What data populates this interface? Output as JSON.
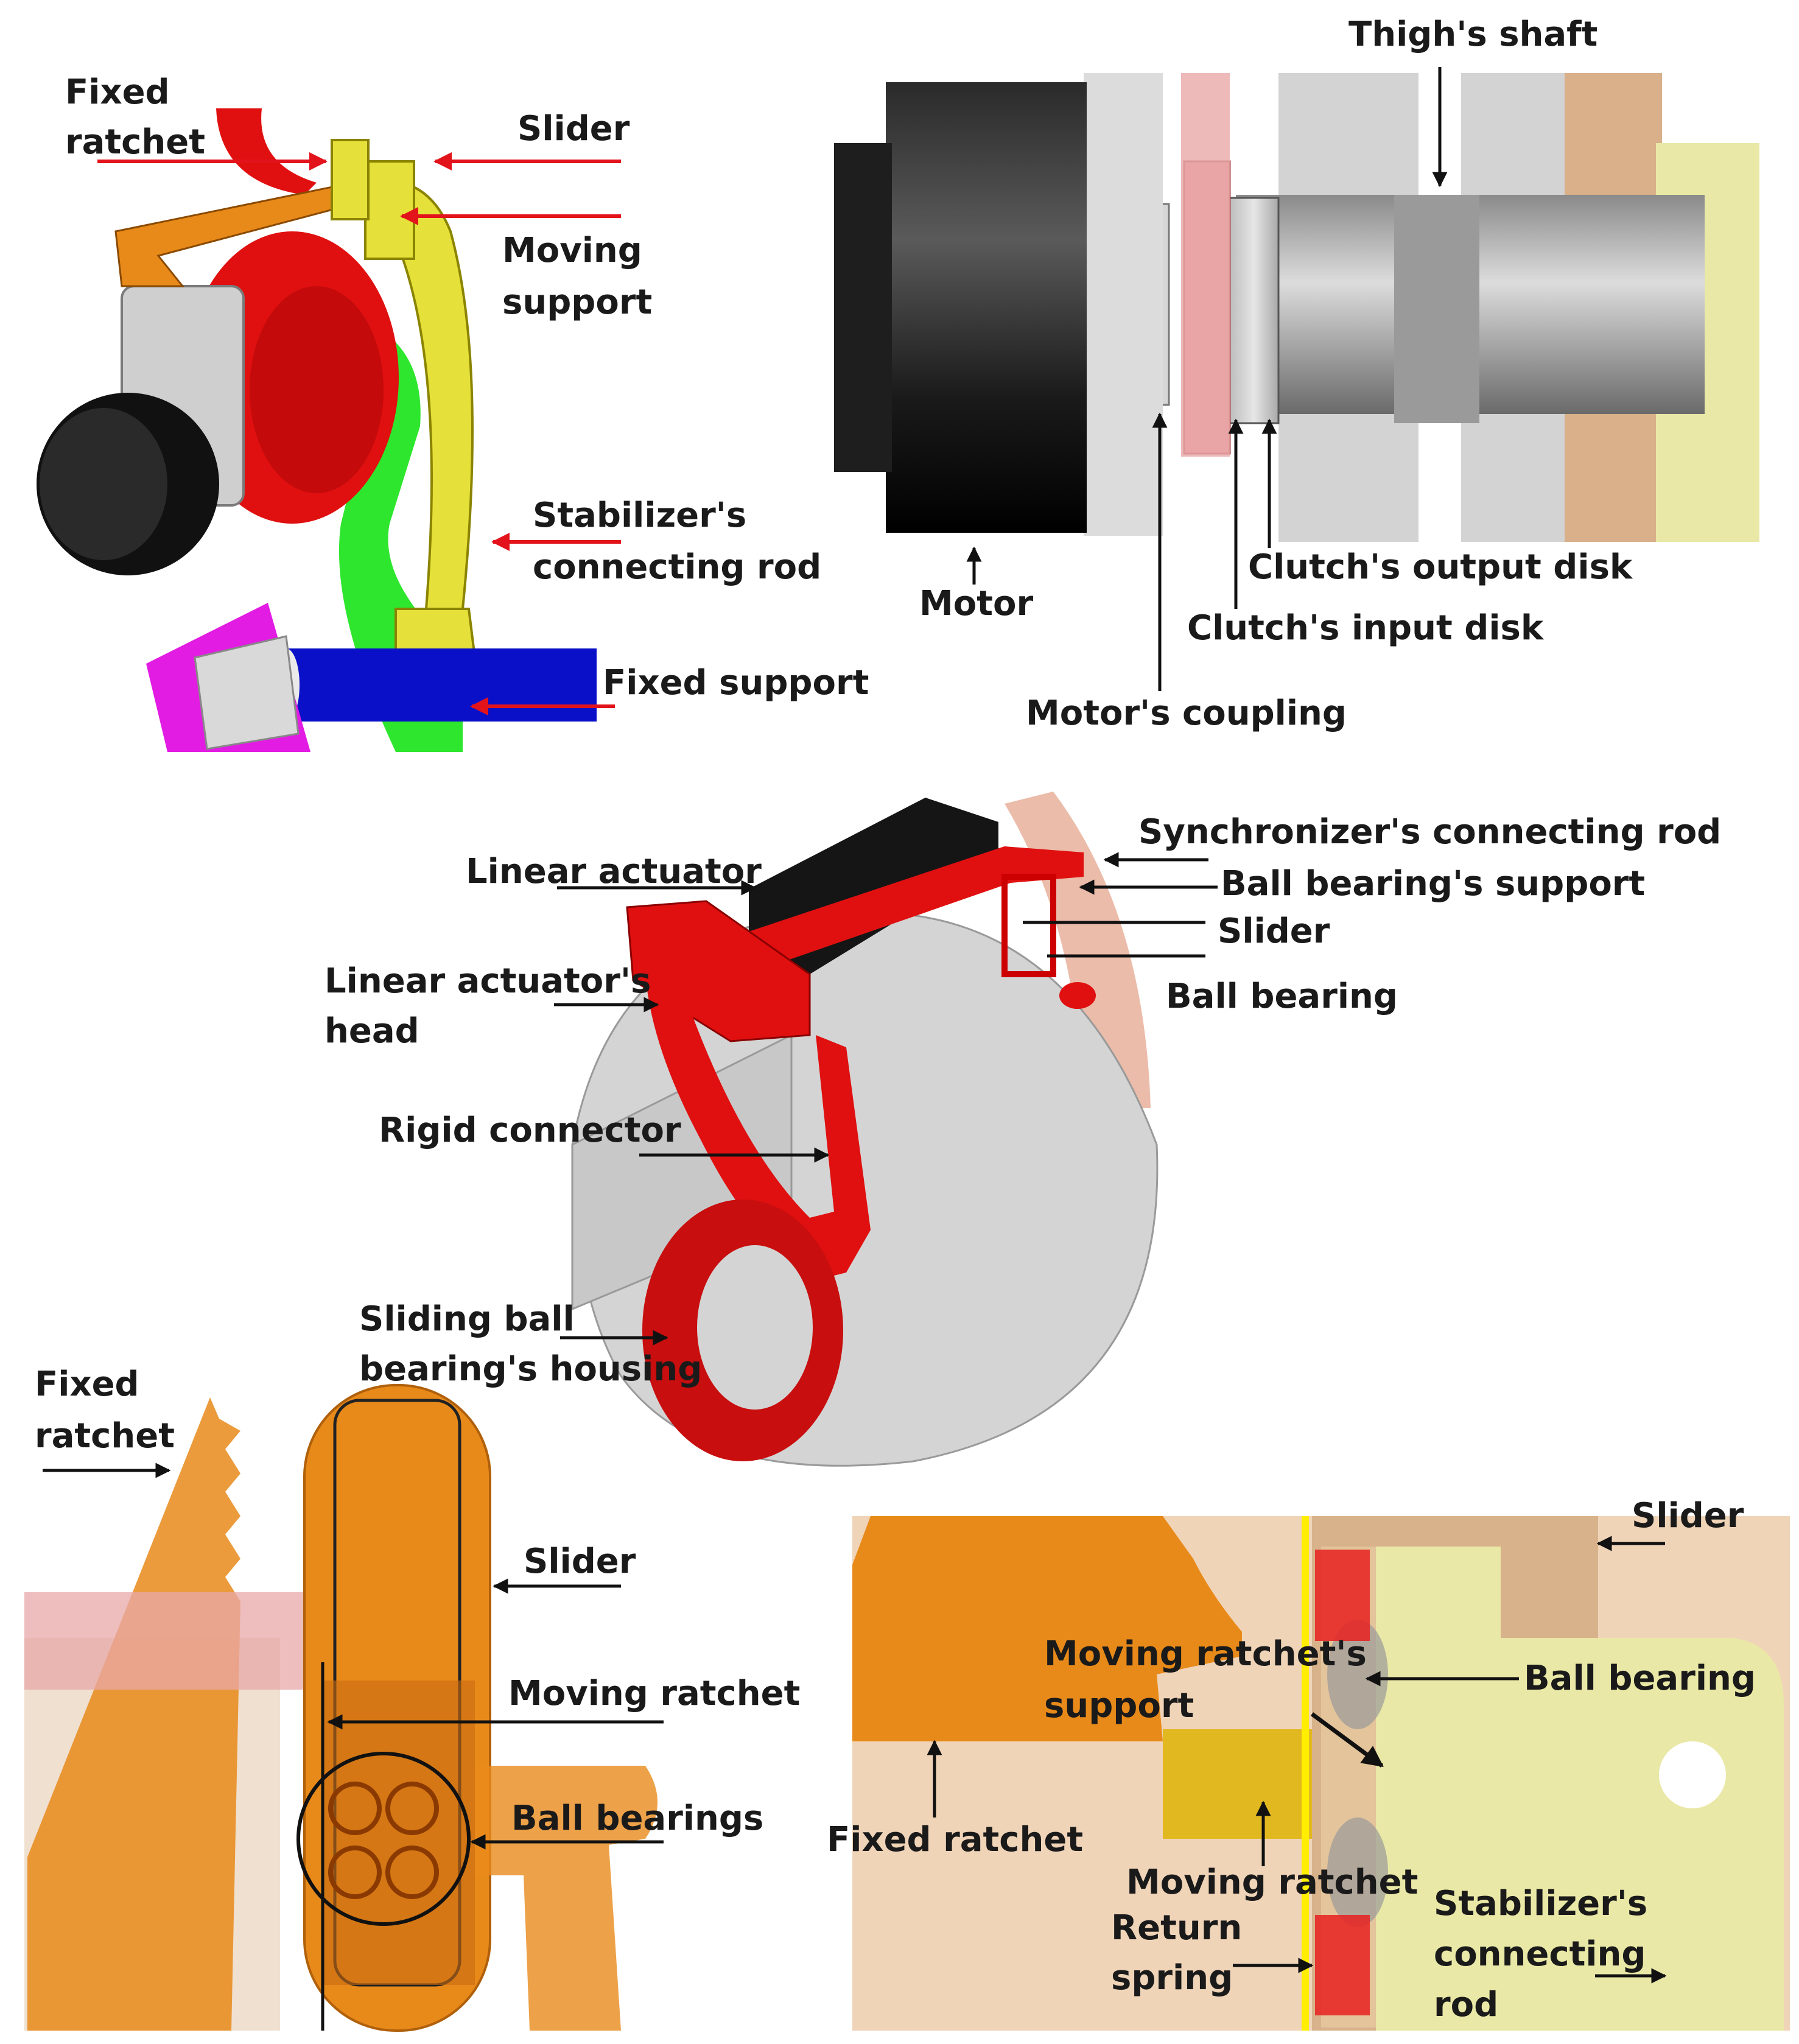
{
  "panels": {
    "top_left": {
      "labels": {
        "fixed_ratchet": [
          "Fixed",
          "ratchet"
        ],
        "slider": "Slider",
        "moving_support": [
          "Moving",
          "support"
        ],
        "stabilizer_rod": [
          "Stabilizer's",
          "connecting rod"
        ],
        "fixed_support": "Fixed support"
      }
    },
    "top_right": {
      "labels": {
        "thigh_shaft": "Thigh's shaft",
        "motor": "Motor",
        "clutch_output": "Clutch's output disk",
        "clutch_input": "Clutch's input disk",
        "motor_coupling": "Motor's coupling"
      }
    },
    "middle": {
      "labels": {
        "linear_actuator": "Linear actuator",
        "actuator_head": [
          "Linear actuator's",
          "head"
        ],
        "rigid_connector": "Rigid connector",
        "sliding_housing": [
          "Sliding ball",
          "bearing's housing"
        ],
        "sync_rod": "Synchronizer's connecting rod",
        "ball_bearing_support": "Ball bearing's support",
        "slider": "Slider",
        "ball_bearing": "Ball bearing"
      }
    },
    "bottom_left": {
      "labels": {
        "fixed_ratchet": [
          "Fixed",
          "ratchet"
        ],
        "slider": "Slider",
        "moving_ratchet": "Moving ratchet",
        "ball_bearings": "Ball bearings"
      }
    },
    "bottom_right": {
      "labels": {
        "slider": "Slider",
        "moving_ratchet_support": [
          "Moving ratchet's",
          "support"
        ],
        "ball_bearing": "Ball bearing",
        "fixed_ratchet": "Fixed ratchet",
        "moving_ratchet": "Moving ratchet",
        "return_spring": [
          "Return",
          "spring"
        ],
        "stabilizer_rod": [
          "Stabilizer's",
          "connecting",
          "rod"
        ]
      }
    }
  },
  "colors": {
    "arrow_red": "#e3131b",
    "arrow_black": "#111111",
    "part_red": "#e01010",
    "part_yellow": "#e6e03a",
    "part_green": "#2ee62e",
    "part_blue": "#0a10c8",
    "part_magenta": "#e21ce2",
    "part_orange": "#e88a1a",
    "part_gray": "#c8c8c8",
    "part_black": "#111111",
    "part_tan": "#d9a87a",
    "part_pale_yellow": "#e9e8a6"
  }
}
